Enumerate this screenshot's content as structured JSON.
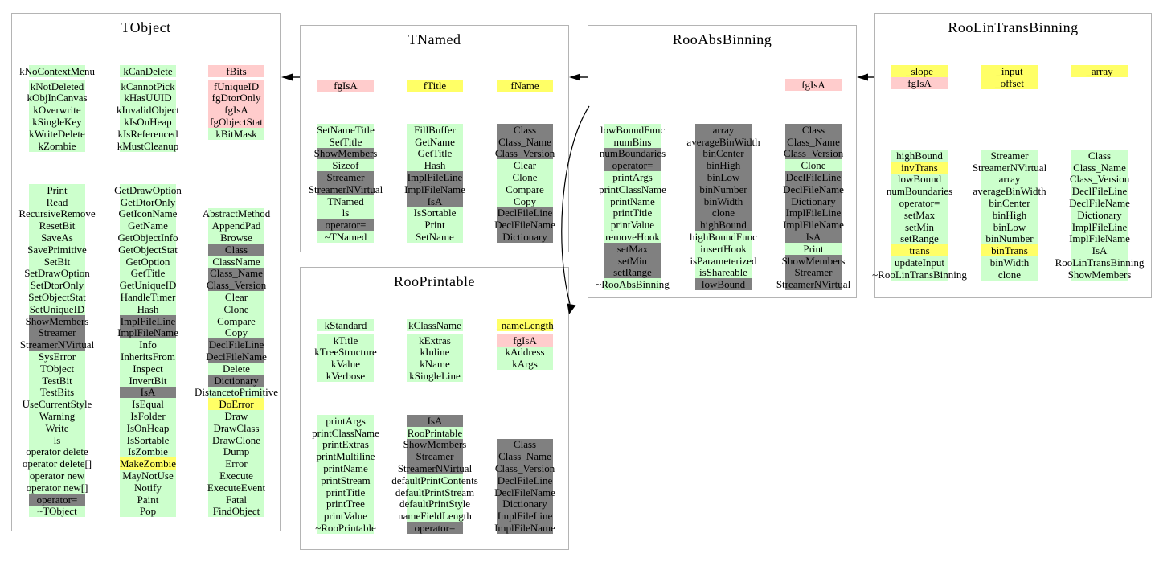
{
  "palette": {
    "public_green": "#ccffcc",
    "overridden_gray": "#808080",
    "protected_yellow": "#ffff66",
    "static_pink": "#ffcccc"
  },
  "arrows": [
    {
      "from": "TNamed",
      "to": "TObject"
    },
    {
      "from": "RooAbsBinning",
      "to": "TNamed"
    },
    {
      "from": "RooAbsBinning",
      "to": "RooPrintable"
    },
    {
      "from": "RooLinTransBinning",
      "to": "RooAbsBinning"
    }
  ],
  "classes": [
    {
      "id": "tobject",
      "title": "TObject",
      "sections": [
        {
          "columns": [
            [
              "kNoContextMenu|g|gap",
              "kNotDeleted|g",
              "kObjInCanvas|g",
              "kOverwrite|g",
              "kSingleKey|g",
              "kWriteDelete|g",
              "kZombie|g"
            ],
            [
              "kCanDelete|g|gap",
              "kCannotPick|g",
              "kHasUUID|g",
              "kInvalidObject|g",
              "kIsOnHeap|g",
              "kIsReferenced|g",
              "kMustCleanup|g"
            ],
            [
              "fBits|p|gap",
              "fUniqueID|p",
              "fgDtorOnly|p",
              "fgIsA|p",
              "fgObjectStat|p",
              "kBitMask|g"
            ]
          ]
        },
        {
          "columns": [
            [
              "Print|g",
              "Read|g",
              "RecursiveRemove|g",
              "ResetBit|g",
              "SaveAs|g",
              "SavePrimitive|g",
              "SetBit|g",
              "SetDrawOption|g",
              "SetDtorOnly|g",
              "SetObjectStat|g",
              "SetUniqueID|g",
              "ShowMembers|d",
              "Streamer|d",
              "StreamerNVirtual|d",
              "SysError|g",
              "TObject|g",
              "TestBit|g",
              "TestBits|g",
              "UseCurrentStyle|g",
              "Warning|g",
              "Write|g",
              "ls|g",
              "operator delete|g",
              "operator delete[]|g",
              "operator new|g",
              "operator new[]|g",
              "operator=|d",
              "~TObject|g"
            ],
            [
              "GetDrawOption|g",
              "GetDtorOnly|g",
              "GetIconName|g",
              "GetName|g",
              "GetObjectInfo|g",
              "GetObjectStat|g",
              "GetOption|g",
              "GetTitle|g",
              "GetUniqueID|g",
              "HandleTimer|g",
              "Hash|g",
              "ImplFileLine|d",
              "ImplFileName|d",
              "Info|g",
              "InheritsFrom|g",
              "Inspect|g",
              "InvertBit|g",
              "IsA|d",
              "IsEqual|g",
              "IsFolder|g",
              "IsOnHeap|g",
              "IsSortable|g",
              "IsZombie|g",
              "MakeZombie|y",
              "MayNotUse|g",
              "Notify|g",
              "Paint|g",
              "Pop|g"
            ],
            [
              "AbstractMethod|g",
              "AppendPad|g",
              "Browse|g",
              "Class|d",
              "ClassName|g",
              "Class_Name|d",
              "Class_Version|d",
              "Clear|g",
              "Clone|g",
              "Compare|g",
              "Copy|g",
              "DeclFileLine|d",
              "DeclFileName|d",
              "Delete|g",
              "Dictionary|d",
              "DistancetoPrimitive|g",
              "DoError|y",
              "Draw|g",
              "DrawClass|g",
              "DrawClone|g",
              "Dump|g",
              "Error|g",
              "Execute|g",
              "ExecuteEvent|g",
              "Fatal|g",
              "FindObject|g"
            ]
          ]
        }
      ]
    },
    {
      "id": "tnamed",
      "title": "TNamed",
      "sections": [
        {
          "columns": [
            [
              "fgIsA|p"
            ],
            [
              "fTitle|y"
            ],
            [
              "fName|y"
            ]
          ]
        },
        {
          "columns": [
            [
              "SetNameTitle|g",
              "SetTitle|g",
              "ShowMembers|d",
              "Sizeof|g",
              "Streamer|d",
              "StreamerNVirtual|d",
              "TNamed|g",
              "ls|g",
              "operator=|d",
              "~TNamed|g"
            ],
            [
              "FillBuffer|g",
              "GetName|g",
              "GetTitle|g",
              "Hash|g",
              "ImplFileLine|d",
              "ImplFileName|d",
              "IsA|d",
              "IsSortable|g",
              "Print|g",
              "SetName|g"
            ],
            [
              "Class|d",
              "Class_Name|d",
              "Class_Version|d",
              "Clear|g",
              "Clone|g",
              "Compare|g",
              "Copy|g",
              "DeclFileLine|d",
              "DeclFileName|d",
              "Dictionary|d"
            ]
          ]
        }
      ]
    },
    {
      "id": "rooprintable",
      "title": "RooPrintable",
      "sections": [
        {
          "columns": [
            [
              "kStandard|g|gap",
              "kTitle|g",
              "kTreeStructure|g",
              "kValue|g",
              "kVerbose|g"
            ],
            [
              "kClassName|g|gap",
              "kExtras|g",
              "kInline|g",
              "kName|g",
              "kSingleLine|g"
            ],
            [
              "_nameLength|y|gap",
              "fgIsA|p",
              "kAddress|g",
              "kArgs|g"
            ]
          ]
        },
        {
          "columns": [
            [
              "printArgs|g",
              "printClassName|g",
              "printExtras|g",
              "printMultiline|g",
              "printName|g",
              "printStream|g",
              "printTitle|g",
              "printTree|g",
              "printValue|g",
              "~RooPrintable|g"
            ],
            [
              "IsA|d",
              "RooPrintable|g",
              "ShowMembers|d",
              "Streamer|d",
              "StreamerNVirtual|d",
              "defaultPrintContents|g",
              "defaultPrintStream|g",
              "defaultPrintStyle|g",
              "nameFieldLength|g",
              "operator=|d"
            ],
            [
              "Class|d",
              "Class_Name|d",
              "Class_Version|d",
              "DeclFileLine|d",
              "DeclFileName|d",
              "Dictionary|d",
              "ImplFileLine|d",
              "ImplFileName|d"
            ]
          ]
        }
      ]
    },
    {
      "id": "rooabsbinning",
      "title": "RooAbsBinning",
      "sections": [
        {
          "columns": [
            [],
            [],
            [
              "fgIsA|p"
            ]
          ]
        },
        {
          "columns": [
            [
              "lowBoundFunc|g",
              "numBins|g",
              "numBoundaries|d",
              "operator=|d",
              "printArgs|g",
              "printClassName|g",
              "printName|g",
              "printTitle|g",
              "printValue|g",
              "removeHook|g",
              "setMax|d",
              "setMin|d",
              "setRange|d",
              "~RooAbsBinning|g"
            ],
            [
              "array|d",
              "averageBinWidth|d",
              "binCenter|d",
              "binHigh|d",
              "binLow|d",
              "binNumber|d",
              "binWidth|d",
              "clone|d",
              "highBound|d",
              "highBoundFunc|g",
              "insertHook|g",
              "isParameterized|g",
              "isShareable|g",
              "lowBound|d"
            ],
            [
              "Class|d",
              "Class_Name|d",
              "Class_Version|d",
              "Clone|g",
              "DeclFileLine|d",
              "DeclFileName|d",
              "Dictionary|d",
              "ImplFileLine|d",
              "ImplFileName|d",
              "IsA|d",
              "Print|g",
              "ShowMembers|d",
              "Streamer|d",
              "StreamerNVirtual|d"
            ]
          ]
        }
      ]
    },
    {
      "id": "roolintransbinning",
      "title": "RooLinTransBinning",
      "sections": [
        {
          "columns": [
            [
              "_slope|y",
              "fgIsA|p"
            ],
            [
              "_input|y",
              "_offset|y"
            ],
            [
              "_array|y"
            ]
          ]
        },
        {
          "columns": [
            [
              "highBound|g",
              "invTrans|y",
              "lowBound|g",
              "numBoundaries|g",
              "operator=|g",
              "setMax|g",
              "setMin|g",
              "setRange|g",
              "trans|y",
              "updateInput|g",
              "~RooLinTransBinning|g"
            ],
            [
              "Streamer|g",
              "StreamerNVirtual|g",
              "array|g",
              "averageBinWidth|g",
              "binCenter|g",
              "binHigh|g",
              "binLow|g",
              "binNumber|g",
              "binTrans|y",
              "binWidth|g",
              "clone|g"
            ],
            [
              "Class|g",
              "Class_Name|g",
              "Class_Version|g",
              "DeclFileLine|g",
              "DeclFileName|g",
              "Dictionary|g",
              "ImplFileLine|g",
              "ImplFileName|g",
              "IsA|g",
              "RooLinTransBinning|g",
              "ShowMembers|g"
            ]
          ]
        }
      ]
    }
  ]
}
